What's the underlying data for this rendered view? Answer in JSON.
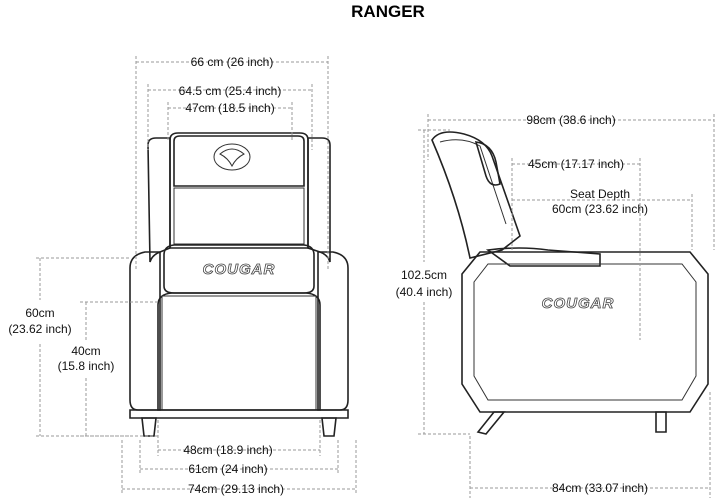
{
  "title": "RANGER",
  "logo_text": "COUGAR",
  "front_view": {
    "top_dims": [
      "66 cm (26 inch)",
      "64.5 cm (25.4 inch)",
      "47cm (18.5 inch)"
    ],
    "bottom_dims": [
      "48cm (18.9 inch)",
      "61cm (24 inch)",
      "74cm (29.13 inch)"
    ],
    "left_dims": [
      {
        "line1": "60cm",
        "line2": "(23.62 inch)"
      },
      {
        "line1": "40cm",
        "line2": "(15.8 inch)"
      }
    ]
  },
  "side_view": {
    "top_dims": [
      "98cm (38.6 inch)",
      "45cm (17.17 inch)"
    ],
    "seat_depth": {
      "line1": "Seat Depth",
      "line2": "60cm (23.62 inch)"
    },
    "height": {
      "line1": "102.5cm",
      "line2": "(40.4 inch)"
    },
    "bottom_dim": "84cm (33.07 inch)"
  }
}
